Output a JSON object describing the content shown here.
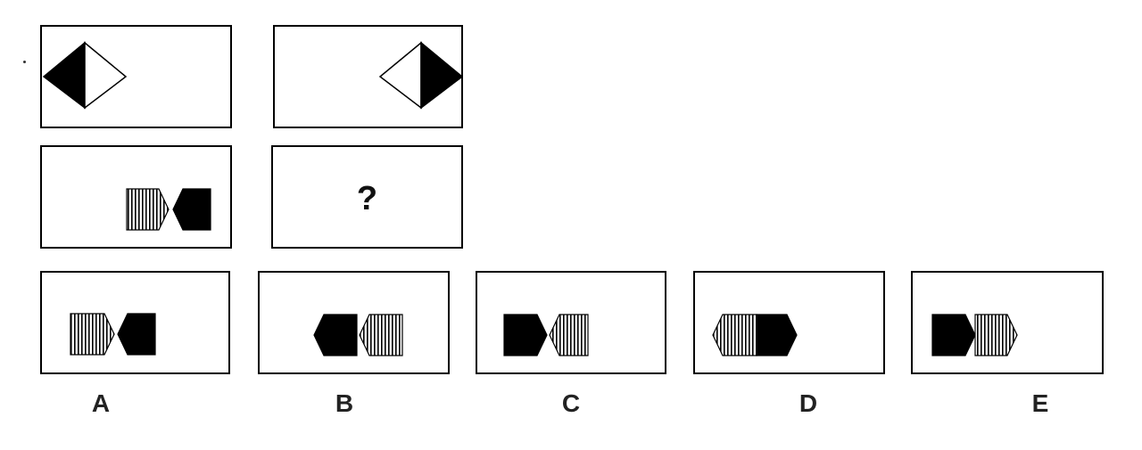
{
  "question_mark": "?",
  "options": [
    {
      "label": "A"
    },
    {
      "label": "B"
    },
    {
      "label": "C"
    },
    {
      "label": "D"
    },
    {
      "label": "E"
    }
  ],
  "colors": {
    "ink": "#000000",
    "paper": "#ffffff"
  }
}
